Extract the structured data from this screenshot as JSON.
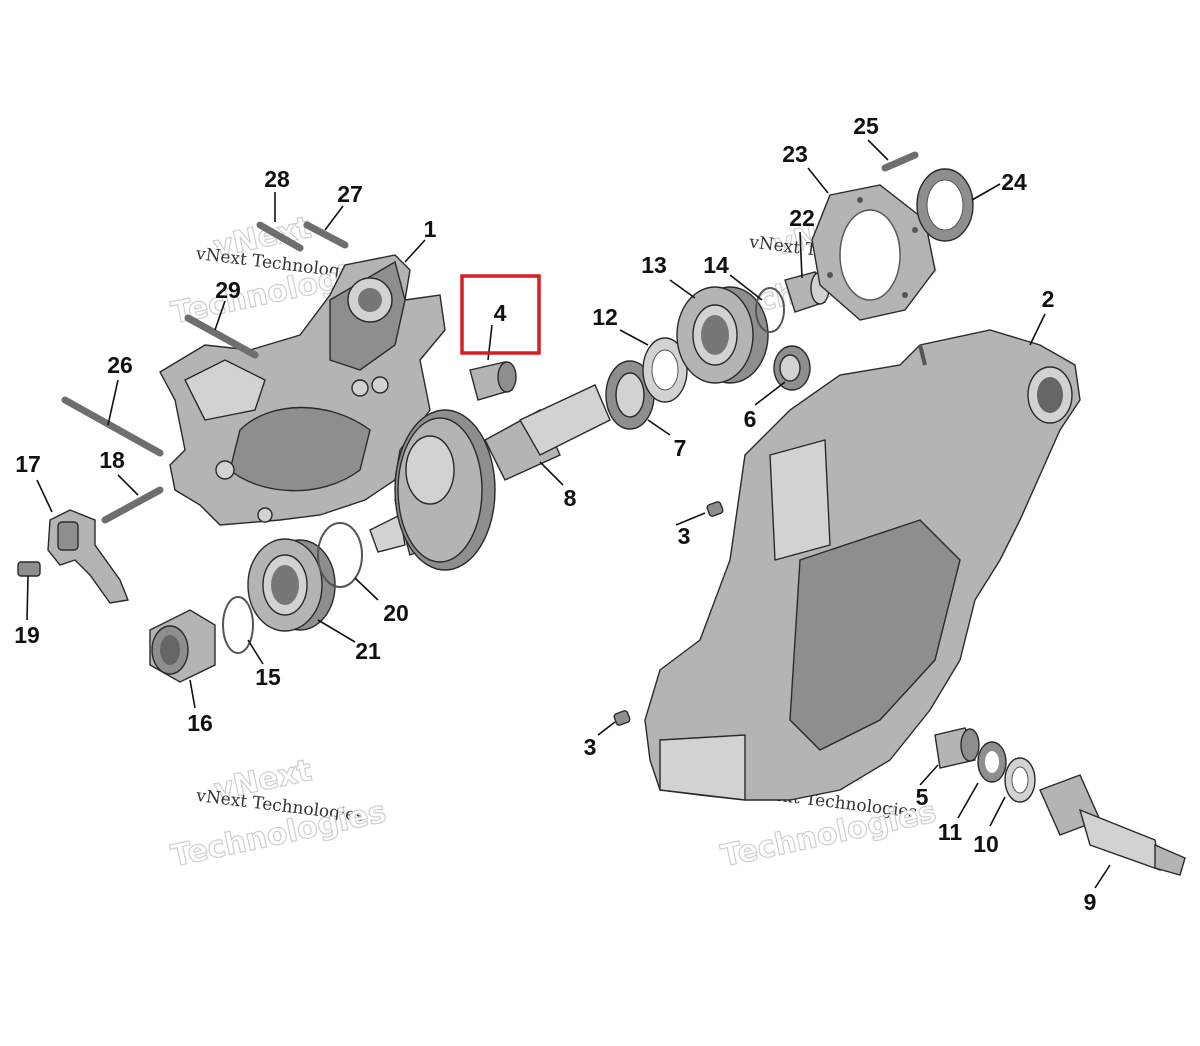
{
  "diagram": {
    "highlighted_callout": "4",
    "callouts": [
      {
        "id": "c1",
        "label": "1"
      },
      {
        "id": "c2",
        "label": "2"
      },
      {
        "id": "c3a",
        "label": "3"
      },
      {
        "id": "c3b",
        "label": "3"
      },
      {
        "id": "c4",
        "label": "4"
      },
      {
        "id": "c5",
        "label": "5"
      },
      {
        "id": "c6",
        "label": "6"
      },
      {
        "id": "c7",
        "label": "7"
      },
      {
        "id": "c8",
        "label": "8"
      },
      {
        "id": "c9",
        "label": "9"
      },
      {
        "id": "c10",
        "label": "10"
      },
      {
        "id": "c11",
        "label": "11"
      },
      {
        "id": "c12",
        "label": "12"
      },
      {
        "id": "c13",
        "label": "13"
      },
      {
        "id": "c14",
        "label": "14"
      },
      {
        "id": "c15",
        "label": "15"
      },
      {
        "id": "c16",
        "label": "16"
      },
      {
        "id": "c17",
        "label": "17"
      },
      {
        "id": "c18",
        "label": "18"
      },
      {
        "id": "c19",
        "label": "19"
      },
      {
        "id": "c20",
        "label": "20"
      },
      {
        "id": "c21",
        "label": "21"
      },
      {
        "id": "c22",
        "label": "22"
      },
      {
        "id": "c23",
        "label": "23"
      },
      {
        "id": "c24",
        "label": "24"
      },
      {
        "id": "c25",
        "label": "25"
      },
      {
        "id": "c26",
        "label": "26"
      },
      {
        "id": "c27",
        "label": "27"
      },
      {
        "id": "c28",
        "label": "28"
      },
      {
        "id": "c29",
        "label": "29"
      }
    ],
    "watermark": {
      "line": "vNext Technologies",
      "big_top": "vNext",
      "big_bottom": "Technologies"
    },
    "colors": {
      "highlight": "#d81e25",
      "part": "#b4b4b4",
      "text": "#111111"
    }
  }
}
